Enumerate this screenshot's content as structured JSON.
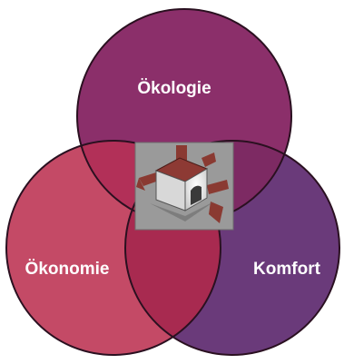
{
  "venn": {
    "top": {
      "label": "Ökologie",
      "color": "#8b2f6a"
    },
    "left": {
      "label": "Ökonomie",
      "color": "#c44a66"
    },
    "right": {
      "label": "Komfort",
      "color": "#6a3a7a"
    },
    "overlap_colors": {
      "top_left": "#b23058",
      "top_right": "#7d2a63",
      "left_right": "#a82a50",
      "center": "#b02a4c"
    },
    "outline_color": "#2a1020"
  },
  "center_emblem": {
    "icon": "house-with-arrows-icon",
    "background": "#9a9a9a",
    "arrow_color": "#8a3a32"
  }
}
